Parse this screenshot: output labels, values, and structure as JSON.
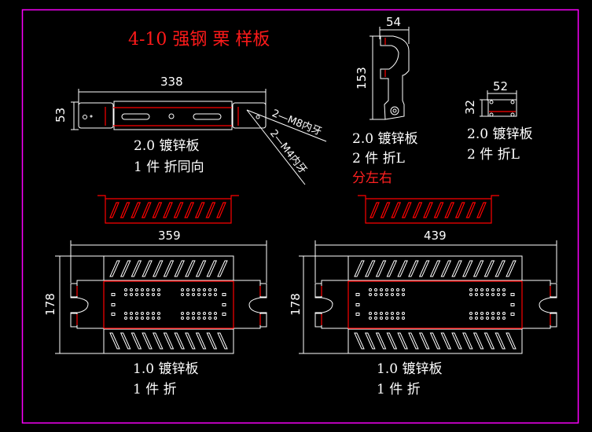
{
  "drawing": {
    "title": "4-10 强钢 栗 样板",
    "border_color": "#ff00ff",
    "line_color": "#ffffff",
    "bend_line_color": "#ff0000"
  },
  "part_a": {
    "dim_length": "338",
    "dim_height": "53",
    "callout_1": "2—M8内牙",
    "callout_2": "2—M4内牙",
    "material": "2.0 镀锌板",
    "note": "1 件 折同向"
  },
  "part_b": {
    "dim_width": "54",
    "dim_height": "153",
    "material": "2.0 镀锌板",
    "note": "2 件 折L",
    "remark": "分左右"
  },
  "part_c": {
    "dim_width": "52",
    "dim_height": "32",
    "material": "2.0 镀锌板",
    "note": "2 件 折L"
  },
  "part_d": {
    "dim_length": "359",
    "dim_height": "178",
    "material": "1.0 镀锌板",
    "note": "1 件 折"
  },
  "part_e": {
    "dim_length": "439",
    "dim_height": "178",
    "material": "1.0 镀锌板",
    "note": "1 件 折"
  }
}
